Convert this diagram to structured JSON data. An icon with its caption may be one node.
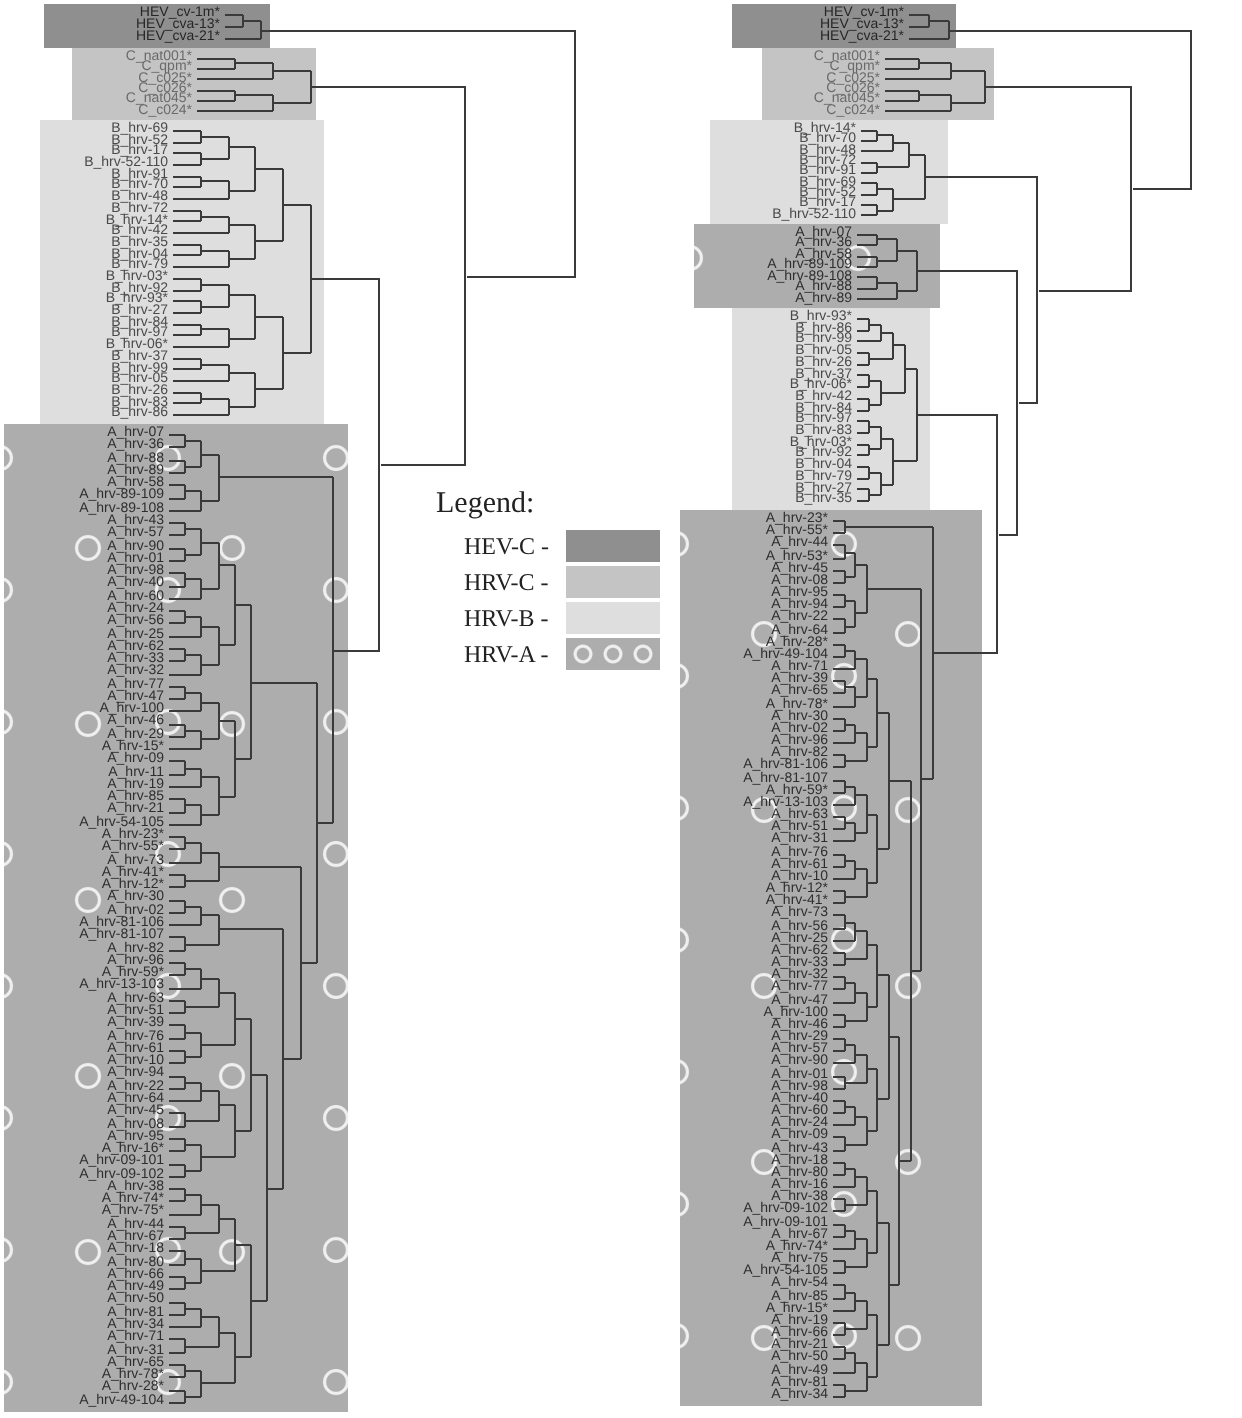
{
  "diagram": {
    "nodes": [
      {
        "text": [
          "HEV_cv-1m*",
          "HEV_cva-13*",
          "HEV_cva-21*"
        ]
      },
      {
        "text": [
          "C_nat001*",
          "C_qpm*",
          "C_c025*",
          "C_c026*",
          "C_nat045*",
          "C_c024*"
        ]
      },
      {
        "text": [
          "B_hrv-69",
          "B_hrv-52",
          "B_hrv-17",
          "B_hrv-52-110",
          "B_hrv-91",
          "B_hrv-70",
          "B_hrv-48",
          "B_hrv-72",
          "B_hrv-14*",
          "B_hrv-42",
          "B_hrv-35",
          "B_hrv-04",
          "B_hrv-79",
          "B_hrv-03*",
          "B_hrv-92",
          "B_hrv-93*",
          "B_hrv-27",
          "B_hrv-84",
          "B_hrv-97",
          "B_hrv-06*",
          "B_hrv-37",
          "B_hrv-99",
          "B_hrv-05",
          "B_hrv-26",
          "B_hrv-83",
          "B_hrv-86"
        ]
      },
      {
        "text": [
          "A_hrv-07",
          "A_hrv-36",
          "A_hrv-88",
          "A_hrv-89",
          "A_hrv-58",
          "A_hrv-89-109",
          "A_hrv-89-108",
          "A_hrv-43",
          "A_hrv-57",
          "A_hrv-90",
          "A_hrv-01",
          "A_hrv-98",
          "A_hrv-40",
          "A_hrv-60",
          "A_hrv-24",
          "A_hrv-56",
          "A_hrv-25",
          "A_hrv-62",
          "A_hrv-33",
          "A_hrv-32",
          "A_hrv-77",
          "A_hrv-47",
          "A_hrv-100",
          "A_hrv-46",
          "A_hrv-29",
          "A_hrv-15*",
          "A_hrv-09",
          "A_hrv-11",
          "A_hrv-19",
          "A_hrv-85",
          "A_hrv-21",
          "A_hrv-54-105",
          "A_hrv-23*",
          "A_hrv-55*",
          "A_hrv-73",
          "A_hrv-41*",
          "A_hrv-12*",
          "A_hrv-30",
          "A_hrv-02",
          "A_hrv-81-106",
          "A_hrv-81-107",
          "A_hrv-82",
          "A_hrv-96",
          "A_hrv-59*",
          "A_hrv-13-103",
          "A_hrv-63",
          "A_hrv-51",
          "A_hrv-39",
          "A_hrv-76",
          "A_hrv-61",
          "A_hrv-10",
          "A_hrv-94",
          "A_hrv-22",
          "A_hrv-64",
          "A_hrv-45",
          "A_hrv-08",
          "A_hrv-95",
          "A_hrv-16*",
          "A_hrv-09-101",
          "A_hrv-09-102",
          "A_hrv-38",
          "A_hrv-74*",
          "A_hrv-75*",
          "A_hrv-44",
          "A_hrv-67",
          "A_hrv-18",
          "A_hrv-80",
          "A_hrv-66",
          "A_hrv-49",
          "A_hrv-50",
          "A_hrv-81",
          "A_hrv-34",
          "A_hrv-71",
          "A_hrv-31",
          "A_hrv-65",
          "A_hrv-78*",
          "A_hrv-28*",
          "A_hrv-49-104"
        ]
      },
      {
        "text": [
          "HEV_cv-1m*",
          "HEV_cva-13*",
          "HEV_cva-21*"
        ]
      },
      {
        "text": [
          "C_nat001*",
          "C_qpm*",
          "C_c025*",
          "C_c026*",
          "C_nat045*",
          "C_c024*"
        ]
      },
      {
        "text": [
          "B_hrv-14*",
          "B_hrv-70",
          "B_hrv-48",
          "B_hrv-72",
          "B_hrv-91",
          "B_hrv-69",
          "B_hrv-52",
          "B_hrv-17",
          "B_hrv-52-110"
        ]
      },
      {
        "text": [
          "A_hrv-07",
          "A_hrv-36",
          "A_hrv-58",
          "A_hrv-89-109",
          "A_hrv-89-108",
          "A_hrv-88",
          "A_hrv-89"
        ]
      },
      {
        "text": [
          "B_hrv-93*",
          "B_hrv-86",
          "B_hrv-99",
          "B_hrv-05",
          "B_hrv-26",
          "B_hrv-37",
          "B_hrv-06*",
          "B_hrv-42",
          "B_hrv-84",
          "B_hrv-97",
          "B_hrv-83",
          "B_hrv-03*",
          "B_hrv-92",
          "B_hrv-04",
          "B_hrv-79",
          "B_hrv-27",
          "B_hrv-35"
        ]
      },
      {
        "text": [
          "A_hrv-23*",
          "A_hrv-55*",
          "A_hrv-44",
          "A_hrv-53*",
          "A_hrv-45",
          "A_hrv-08",
          "A_hrv-95",
          "A_hrv-94",
          "A_hrv-22",
          "A_hrv-64",
          "A_hrv-28*",
          "A_hrv-49-104",
          "A_hrv-71",
          "A_hrv-39",
          "A_hrv-65",
          "A_hrv-78*",
          "A_hrv-30",
          "A_hrv-02",
          "A_hrv-96",
          "A_hrv-82",
          "A_hrv-81-106",
          "A_hrv-81-107",
          "A_hrv-59*",
          "A_hrv-13-103",
          "A_hrv-63",
          "A_hrv-51",
          "A_hrv-31",
          "A_hrv-76",
          "A_hrv-61",
          "A_hrv-10",
          "A_hrv-12*",
          "A_hrv-41*",
          "A_hrv-73",
          "A_hrv-56",
          "A_hrv-25",
          "A_hrv-62",
          "A_hrv-33",
          "A_hrv-32",
          "A_hrv-77",
          "A_hrv-47",
          "A_hrv-100",
          "A_hrv-46",
          "A_hrv-29",
          "A_hrv-57",
          "A_hrv-90",
          "A_hrv-01",
          "A_hrv-98",
          "A_hrv-40",
          "A_hrv-60",
          "A_hrv-24",
          "A_hrv-09",
          "A_hrv-43",
          "A_hrv-18",
          "A_hrv-80",
          "A_hrv-16",
          "A_hrv-38",
          "A_hrv-09-102",
          "A_hrv-09-101",
          "A_hrv-67",
          "A_hrv-74*",
          "A_hrv-75",
          "A_hrv-54-105",
          "A_hrv-54",
          "A_hrv-85",
          "A_hrv-15*",
          "A_hrv-19",
          "A_hrv-66",
          "A_hrv-21",
          "A_hrv-50",
          "A_hrv-49",
          "A_hrv-81",
          "A_hrv-34"
        ]
      },
      {
        "text": [],
        "shape": "bar"
      },
      {
        "text": [],
        "shape": "bar"
      },
      {
        "text": [],
        "shape": "bar"
      },
      {
        "text": [],
        "shape": "bar"
      },
      {
        "text": [],
        "shape": "bar"
      },
      {
        "text": [],
        "shape": "bar"
      },
      {
        "text": [],
        "shape": "bar"
      },
      {
        "text": [],
        "shape": "bar"
      }
    ],
    "edges": [
      {
        "from": 2,
        "to": 10,
        "arrow": "none"
      },
      {
        "from": 3,
        "to": 10,
        "arrow": "none"
      },
      {
        "from": 10,
        "to": 11,
        "arrow": "none"
      },
      {
        "from": 1,
        "to": 11,
        "arrow": "none"
      },
      {
        "from": 11,
        "to": 12,
        "arrow": "none"
      },
      {
        "from": 0,
        "to": 12,
        "arrow": "none"
      },
      {
        "from": 8,
        "to": 13,
        "arrow": "none"
      },
      {
        "from": 9,
        "to": 13,
        "arrow": "none"
      },
      {
        "from": 13,
        "to": 14,
        "arrow": "none"
      },
      {
        "from": 7,
        "to": 14,
        "arrow": "none"
      },
      {
        "from": 14,
        "to": 15,
        "arrow": "none"
      },
      {
        "from": 6,
        "to": 15,
        "arrow": "none"
      },
      {
        "from": 15,
        "to": 16,
        "arrow": "none"
      },
      {
        "from": 5,
        "to": 16,
        "arrow": "none"
      },
      {
        "from": 16,
        "to": 17,
        "arrow": "none"
      },
      {
        "from": 4,
        "to": 17,
        "arrow": "none"
      }
    ],
    "labels": [
      "Legend:"
    ],
    "legend": [
      {
        "text": "HEV-C -",
        "color": "#8f8f8f"
      },
      {
        "text": "HRV-C -",
        "color": "#c4c4c4"
      },
      {
        "text": "HRV-B -",
        "color": "#dedede"
      },
      {
        "text": "HRV-A -",
        "color": "#adadad"
      }
    ]
  }
}
